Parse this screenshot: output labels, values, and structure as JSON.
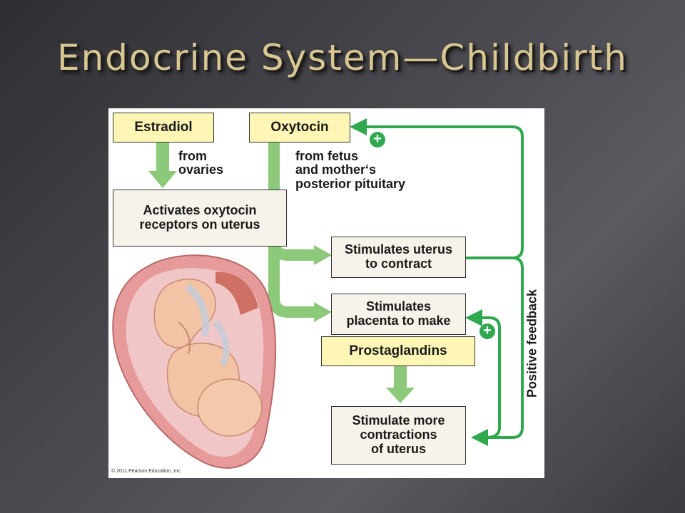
{
  "slide": {
    "title": "Endocrine System—Childbirth"
  },
  "diagram": {
    "boxes": {
      "estradiol": "Estradiol",
      "oxytocin": "Oxytocin",
      "activates": "Activates oxytocin\nreceptors on uterus",
      "stimulates_uterus": "Stimulates uterus\nto contract",
      "stimulates_placenta": "Stimulates\nplacenta to make",
      "prostaglandins": "Prostaglandins",
      "stimulate_more": "Stimulate more\ncontractions\nof uterus"
    },
    "labels": {
      "from_ovaries": "from\novaries",
      "from_fetus": "from fetus\nand mother‘s\nposterior pituitary",
      "positive_feedback": "Positive feedback",
      "plus_sign": "+"
    },
    "copyright": "© 2011 Pearson Education, Inc.",
    "colors": {
      "arrow_light_green": "#8cc97a",
      "arrow_dark_green": "#2fa84f",
      "yellow_box": "#fdf6b5",
      "title_gold": "#d9c792"
    }
  }
}
